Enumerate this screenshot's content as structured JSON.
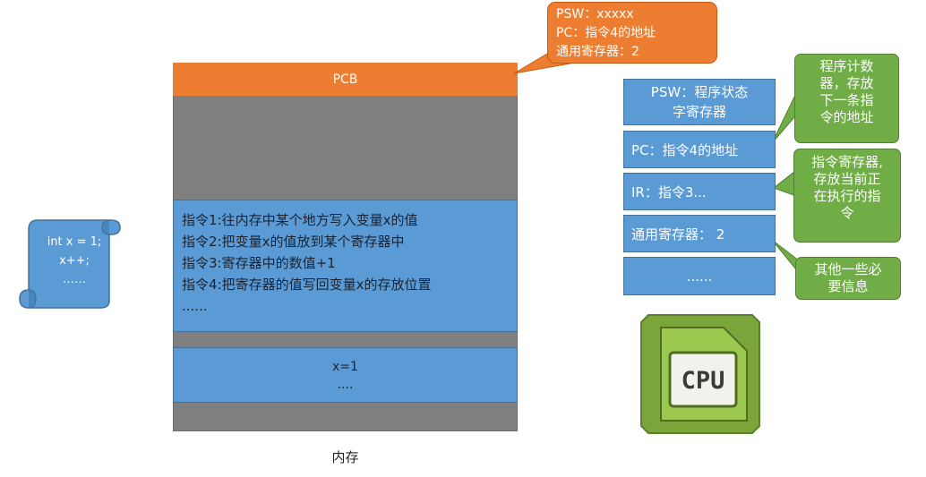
{
  "scroll": {
    "lines": [
      "int x = 1;",
      "x++;",
      "……"
    ]
  },
  "memory": {
    "pcb_label": "PCB",
    "instructions": [
      "指令1:往内存中某个地方写入变量x的值",
      "指令2:把变量x的值放到某个寄存器中",
      "指令3:寄存器中的数值+1",
      "指令4:把寄存器的值写回变量x的存放位置",
      "......"
    ],
    "data_lines": [
      "x=1",
      "...."
    ],
    "label": "内存"
  },
  "callout": {
    "lines": [
      "PSW：xxxxx",
      "PC：指令4的地址",
      "通用寄存器：2"
    ]
  },
  "registers": {
    "psw": [
      "PSW：程序状态",
      "字寄存器"
    ],
    "pc": "PC：指令4的地址",
    "ir": "IR：指令3...",
    "gp": "通用寄存器：  2",
    "more": "......"
  },
  "notes": {
    "pc": [
      "程序计数",
      "器，存放",
      "下一条指",
      "令的地址"
    ],
    "ir": [
      "指令寄存器,",
      "存放当前正",
      "在执行的指",
      "令"
    ],
    "other": [
      "其他一些必",
      "要信息"
    ]
  },
  "cpu_label": "CPU",
  "colors": {
    "orange": "#ed7d31",
    "blue": "#5b9bd5",
    "green": "#70ad47",
    "gray": "#7f7f7f"
  },
  "icons": [
    "scroll-shape",
    "cpu-icon"
  ]
}
